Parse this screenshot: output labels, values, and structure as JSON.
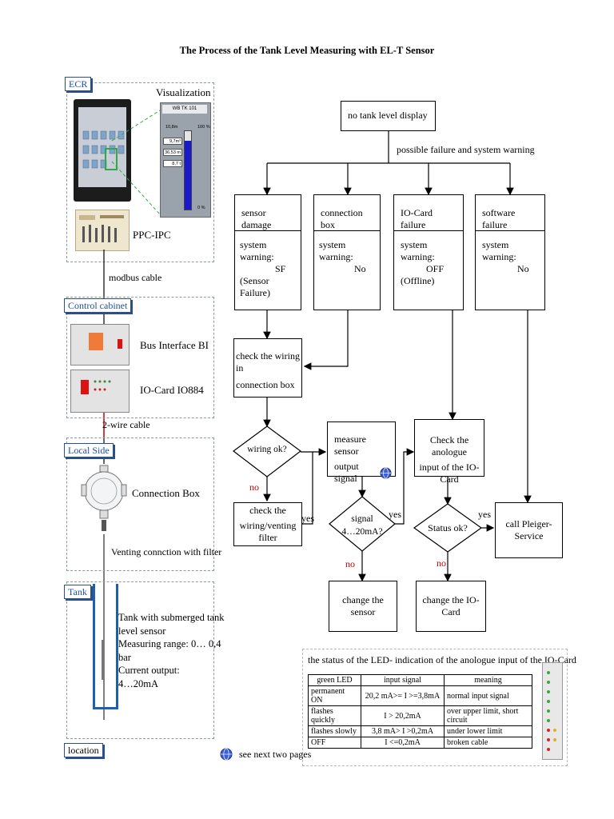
{
  "title": "The Process of the Tank Level Measuring with EL-T Sensor",
  "left": {
    "ecr_label": "ECR",
    "visualization_label": "Visualization",
    "screen": {
      "header": "WB TK 101",
      "top_left": "10,8m",
      "top_right": "100 %",
      "fields": [
        "9,7m³",
        "36,53 m",
        "8,7 t"
      ],
      "bottom_right": "0 %",
      "level_fraction": 0.88
    },
    "ppc_label": "PPC-IPC",
    "modbus_label": "modbus cable",
    "control_cabinet_label": "Control cabinet",
    "bus_interface_label": "Bus Interface BI",
    "io_card_label": "IO-Card IO884",
    "two_wire_label": "2-wire cable",
    "local_side_label": "Local Side",
    "connection_box_label": "Connection Box",
    "venting_label": "Venting connction with filter",
    "tank_label": "Tank",
    "tank_desc": [
      "Tank with submerged tank",
      "level sensor",
      "Measuring range: 0… 0,4",
      "bar",
      "Current output:",
      "4…20mA"
    ],
    "location_label": "location"
  },
  "flow": {
    "start": "no tank level display",
    "branch_label": "possible failure and system warning",
    "categories": [
      {
        "title": "sensor damage",
        "warning": [
          "system warning:",
          "SF",
          "(Sensor Failure)"
        ]
      },
      {
        "title": "connection box",
        "warning": [
          "system warning:",
          "No"
        ]
      },
      {
        "title": "IO-Card failure",
        "warning": [
          "system warning:",
          "OFF",
          "(Offline)"
        ]
      },
      {
        "title": "software failure",
        "warning": [
          "system warning:",
          "No"
        ]
      }
    ],
    "check_wiring": [
      "check the wiring in",
      "connection box"
    ],
    "wiring_ok": "wiring ok?",
    "no1": "no",
    "check_filter": [
      "check the",
      "wiring/venting filter"
    ],
    "yes1": "yes",
    "measure_sensor": [
      "measure sensor",
      "output signal"
    ],
    "signal_q": [
      "signal",
      "4…20mA?"
    ],
    "yes2": "yes",
    "no2": "no",
    "change_sensor": "change the sensor",
    "check_analogue": [
      "Check the anologue",
      "input of the IO-Card"
    ],
    "status_ok": "Status ok?",
    "yes3": "yes",
    "no3": "no",
    "change_iocard": "change the IO-Card",
    "call_service": "call Pleiger-Service",
    "see_next": "see next two pages"
  },
  "led_table": {
    "title": "the status of the LED- indication of the anologue input of the IO-Card",
    "headers": [
      "green LED",
      "input signal",
      "meaning"
    ],
    "rows": [
      [
        "permanent ON",
        "20,2 mA>= I >=3,8mA",
        "normal input signal"
      ],
      [
        "flashes quickly",
        "I > 20,2mA",
        "over upper limit, short circuit"
      ],
      [
        "flashes slowly",
        "3,8 mA> I >0,2mA",
        "under lower limit"
      ],
      [
        "OFF",
        "I <=0,2mA",
        "broken cable"
      ]
    ]
  },
  "colors": {
    "section_label": "#1f4fa0",
    "level_bar": "#1a1acc",
    "no_text": "#c00000",
    "highlight": "#2faa4a"
  }
}
